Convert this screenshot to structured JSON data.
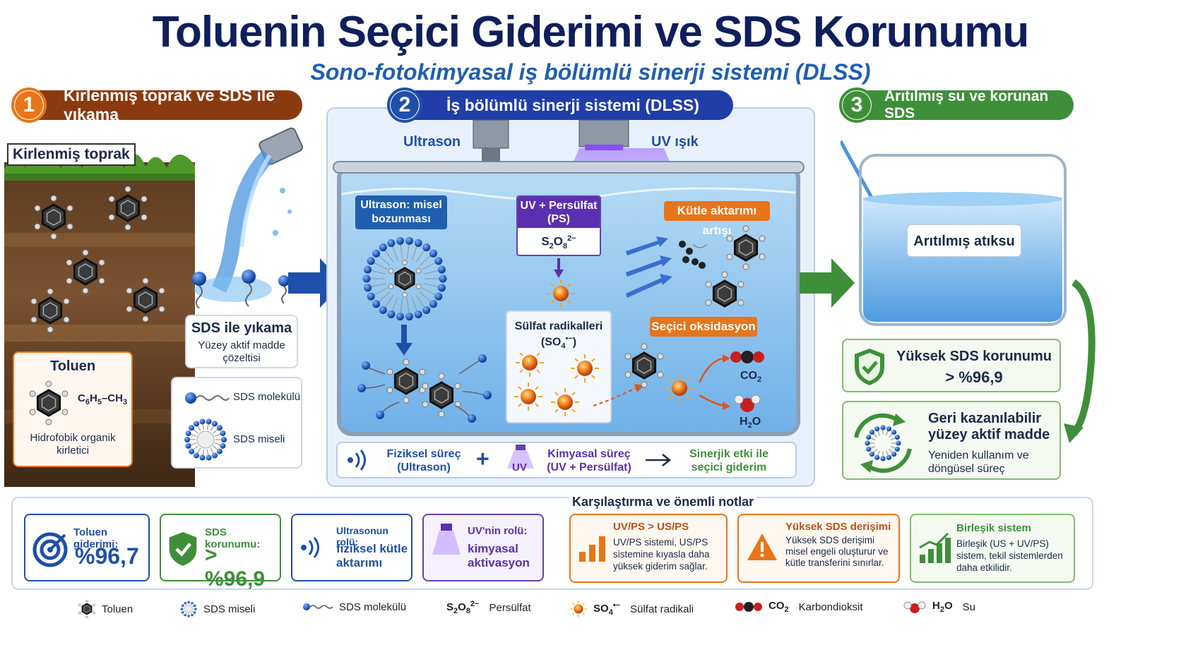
{
  "title": "Toluenin Seçici Giderimi ve SDS Korunumu",
  "subtitle": "Sono-fotokimyasal iş bölümlü sinerji sistemi (DLSS)",
  "colors": {
    "orange": "#e8751a",
    "blue": "#1f4fa8",
    "green": "#3f8f3a",
    "navy": "#0f1f5c",
    "purple": "#6a3fb0",
    "brown": "#8a3a10"
  },
  "step1": {
    "num": "1",
    "header": "Kirlenmiş toprak ve SDS ile yıkama",
    "soil_tag": "Kirlenmiş toprak",
    "wash_title": "SDS ile yıkama",
    "wash_desc": "Yüzey aktif madde çözeltisi",
    "toluene_title": "Toluen",
    "toluene_formula_a": "C",
    "toluene_formula_sub1": "6",
    "toluene_formula_b": "H",
    "toluene_formula_sub2": "5",
    "toluene_formula_c": "–CH",
    "toluene_formula_sub3": "3",
    "toluene_desc": "Hidrofobik organik kirletici",
    "sds_molecule": "SDS molekülü",
    "sds_micelle": "SDS miseli"
  },
  "step2": {
    "num": "2",
    "header": "İş bölümlü sinerji sistemi (DLSS)",
    "ultrasound": "Ultrason",
    "uv_light": "UV ışık",
    "ultra_label": "Ultrason: misel bozunması",
    "uvps_label": "UV + Persülfat (PS)",
    "ps_formula_a": "S",
    "ps_formula_sub1": "2",
    "ps_formula_b": "O",
    "ps_formula_sub2": "8",
    "ps_formula_sup": "2−",
    "mass_transfer": "Kütle aktarımı artışı",
    "sulfate_label": "Sülfat radikalleri",
    "sulfate_formula": "(SO",
    "sulfate_sub": "4",
    "sulfate_sup": "•−",
    "sulfate_close": ")",
    "selective_ox": "Seçici oksidasyon",
    "co2": "CO",
    "co2_sub": "2",
    "h2o_a": "H",
    "h2o_sub": "2",
    "h2o_b": "O",
    "physical": "Fiziksel süreç",
    "physical_sub": "(Ultrason)",
    "uv_icon_text": "UV",
    "chemical": "Kimyasal süreç",
    "chemical_sub": "(UV + Persülfat)",
    "synergy": "Sinerjik etki ile seçici giderim"
  },
  "step3": {
    "num": "3",
    "header": "Arıtılmış su ve korunan SDS",
    "treated": "Arıtılmış atıksu",
    "sds_protect_title": "Yüksek SDS korunumu",
    "sds_protect_val": "> %96,9",
    "recover_title": "Geri kazanılabilir yüzey aktif madde",
    "recover_desc": "Yeniden kullanım ve döngüsel süreç"
  },
  "metrics": [
    {
      "label": "Toluen giderimi:",
      "value": "%96,7"
    },
    {
      "label": "SDS korunumu:",
      "value": "> %96,9"
    },
    {
      "label": "Ultrasonun rolü:",
      "value": "fiziksel kütle aktarımı"
    },
    {
      "label": "UV'nin rolü:",
      "value": "kimyasal aktivasyon"
    }
  ],
  "notes": {
    "heading": "Karşılaştırma ve önemli notlar",
    "items": [
      {
        "title": "UV/PS > US/PS",
        "text": "UV/PS sistemi, US/PS sistemine kıyasla daha yüksek giderim sağlar."
      },
      {
        "title": "Yüksek SDS derişimi",
        "text": "Yüksek SDS derişimi misel engeli oluşturur ve kütle transferini sınırlar."
      },
      {
        "title": "Birleşik sistem",
        "text": "Birleşik (US + UV/PS) sistem, tekil sistemlerden daha etkilidir."
      }
    ]
  },
  "legend": {
    "toluene": "Toluen",
    "micelle": "SDS miseli",
    "molecule": "SDS molekülü",
    "ps_a": "S",
    "ps_sub1": "2",
    "ps_b": "O",
    "ps_sub2": "8",
    "ps_sup": "2−",
    "ps_name": "Persülfat",
    "so4_a": "SO",
    "so4_sub": "4",
    "so4_sup": "•−",
    "so4_name": "Sülfat radikali",
    "co2_a": "CO",
    "co2_sub": "2",
    "co2_name": "Karbondioksit",
    "h2o_a": "H",
    "h2o_sub": "2",
    "h2o_b": "O",
    "h2o_name": "Su"
  }
}
